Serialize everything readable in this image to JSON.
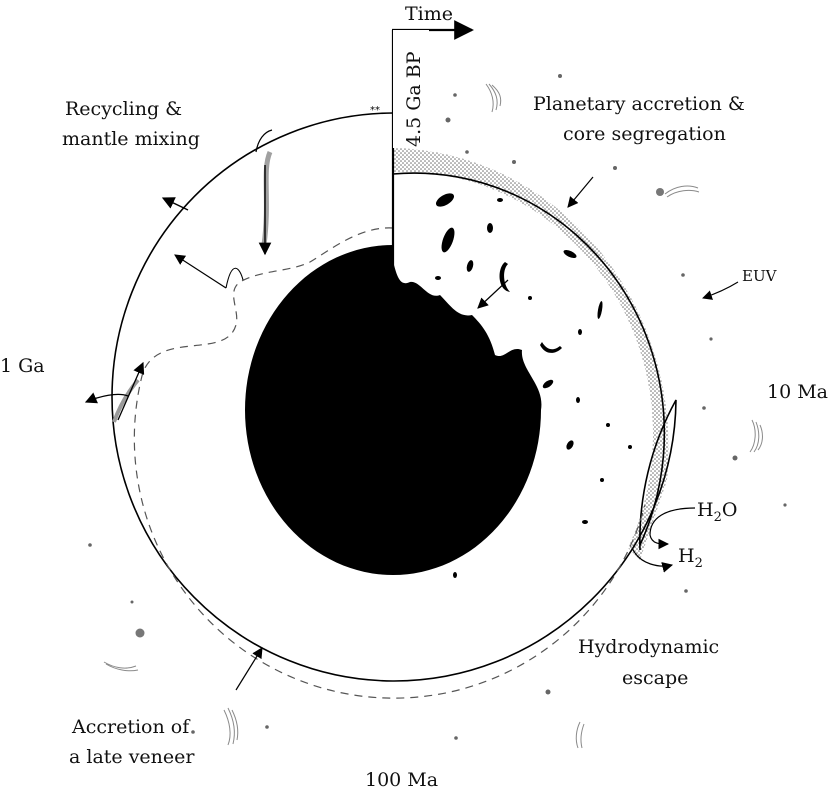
{
  "labels": {
    "time": "Time",
    "age": "4.5 Ga BP",
    "recycling": [
      "Recycling &",
      "mantle mixing"
    ],
    "planetary": [
      "Planetary accretion &",
      "core segregation"
    ],
    "euv": "EUV",
    "h2o": {
      "base": "H",
      "sub": "2",
      "tail": "O"
    },
    "h2": {
      "base": "H",
      "sub": "2"
    },
    "hydrodynamic": [
      "Hydrodynamic",
      "escape"
    ],
    "veneer": [
      "Accretion of",
      "a late veneer"
    ],
    "t_1ga": "1 Ga",
    "t_10ma": "10 Ma",
    "t_100ma": "100 Ma"
  },
  "colors": {
    "ink": "#000000",
    "stipple": "#8a8a8a",
    "mantle_line": "#555555",
    "gray_arrow": "#9a9a9a"
  }
}
